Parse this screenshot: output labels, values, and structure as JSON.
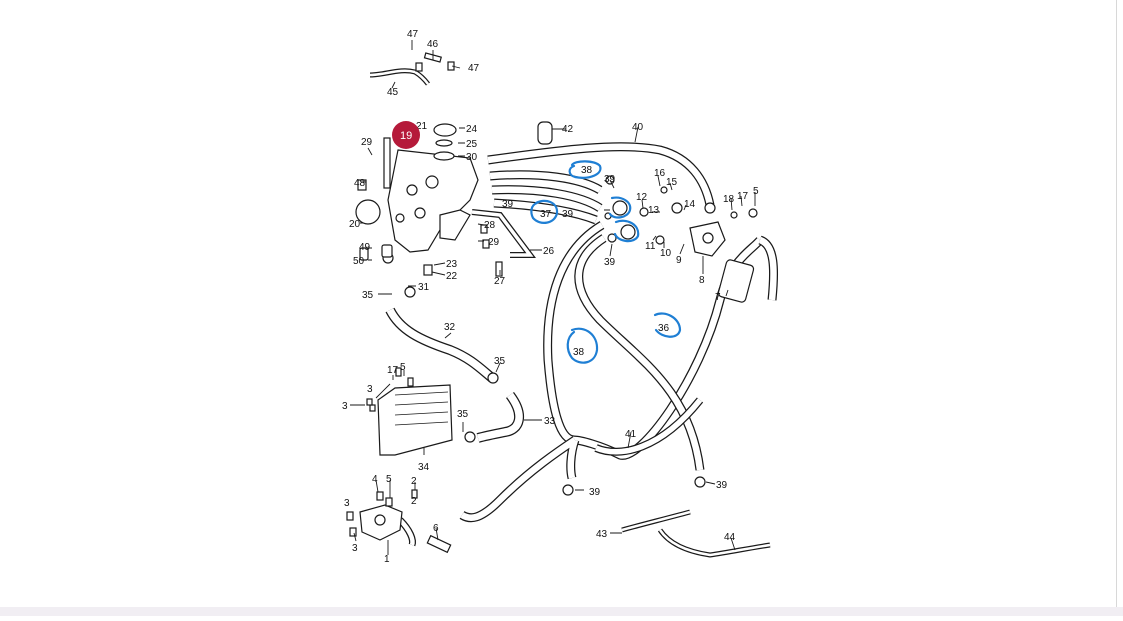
{
  "diagram": {
    "highlight_marker": {
      "label": "19",
      "color": "#b51a3a"
    },
    "annotation_color": "#1f7fd4",
    "line_color": "#1a1a1a",
    "part_labels": {
      "p1": "1",
      "p2a": "2",
      "p2b": "2",
      "p3a": "3",
      "p3b": "3",
      "p3c": "3",
      "p3d": "3",
      "p5a": "5",
      "p5b": "5",
      "p5c": "5",
      "p6": "6",
      "p7": "7",
      "p8": "8",
      "p9": "9",
      "p10": "10",
      "p11": "11",
      "p12": "12",
      "p13": "13",
      "p14": "14",
      "p15": "15",
      "p16": "16",
      "p17a": "17",
      "p17b": "17",
      "p18": "18",
      "p20": "20",
      "p21": "21",
      "p22": "22",
      "p23": "23",
      "p24": "24",
      "p25": "25",
      "p26": "26",
      "p27": "27",
      "p28": "28",
      "p29a": "29",
      "p29b": "29",
      "p30": "30",
      "p31": "31",
      "p32": "32",
      "p33": "33",
      "p34": "34",
      "p35a": "35",
      "p35b": "35",
      "p35c": "35",
      "p36": "36",
      "p37": "37",
      "p38a": "38",
      "p38b": "38",
      "p39a": "39",
      "p39b": "39",
      "p39c": "39",
      "p39d": "39",
      "p39e": "39",
      "p39f": "39",
      "p40": "40",
      "p41": "41",
      "p42": "42",
      "p43": "43",
      "p44": "44",
      "p45": "45",
      "p46": "46",
      "p47a": "47",
      "p47b": "47",
      "p48": "48",
      "p49": "49",
      "p50": "50"
    }
  }
}
